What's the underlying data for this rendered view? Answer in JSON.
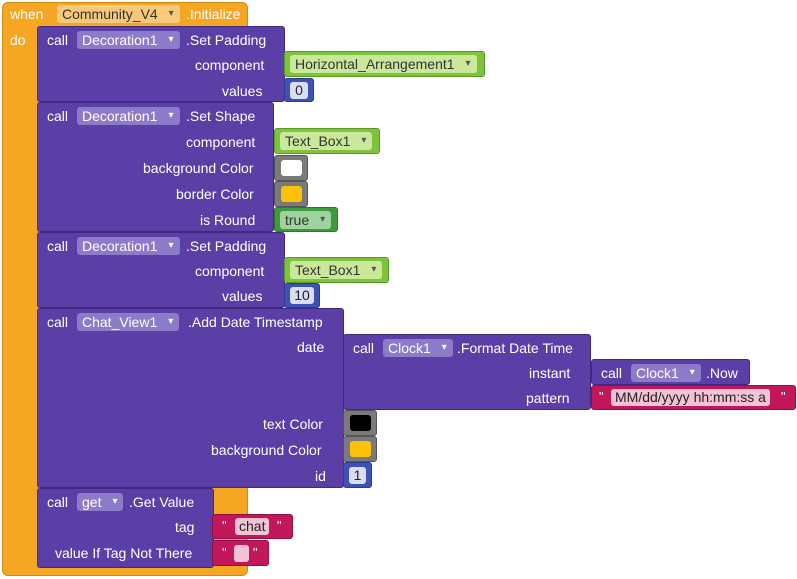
{
  "event": {
    "when": "when",
    "component": "Community_V4",
    "event_name": ".Initialize",
    "do": "do"
  },
  "block1": {
    "call": "call",
    "component": "Decoration1",
    "method": ".Set Padding",
    "arg1": "component",
    "arg1_value": "Horizontal_Arrangement1",
    "arg2": "values",
    "arg2_value": "0"
  },
  "block2": {
    "call": "call",
    "component": "Decoration1",
    "method": ".Set Shape",
    "arg1": "component",
    "arg1_value": "Text_Box1",
    "arg2": "background Color",
    "arg3": "border Color",
    "arg4": "is Round",
    "arg4_value": "true"
  },
  "block3": {
    "call": "call",
    "component": "Decoration1",
    "method": ".Set Padding",
    "arg1": "component",
    "arg1_value": "Text_Box1",
    "arg2": "values",
    "arg2_value": "10"
  },
  "block4": {
    "call": "call",
    "component": "Chat_View1",
    "method": ".Add Date Timestamp",
    "arg1": "date",
    "arg2": "text Color",
    "arg3": "background Color",
    "arg4": "id",
    "arg4_value": "1",
    "clock": {
      "call": "call",
      "component": "Clock1",
      "method": ".Format Date Time",
      "arg1": "instant",
      "arg2": "pattern",
      "pattern_value": "MM/dd/yyyy hh:mm:ss a",
      "now": {
        "call": "call",
        "component": "Clock1",
        "method": ".Now"
      }
    }
  },
  "block5": {
    "call": "call",
    "component": "get",
    "method": ".Get Value",
    "arg1": "tag",
    "arg1_value": "chat",
    "arg2": "value If Tag Not There",
    "arg2_value": ""
  },
  "quote_char": "\"",
  "colors": {
    "event": "#f5a623",
    "procedure": "#5b3fa6",
    "component": "#7ec23d",
    "number": "#3f51b5",
    "text": "#c2185b",
    "logic": "#3e9a3e",
    "white": "#ffffff",
    "yellow": "#ffc107",
    "black": "#000000"
  }
}
